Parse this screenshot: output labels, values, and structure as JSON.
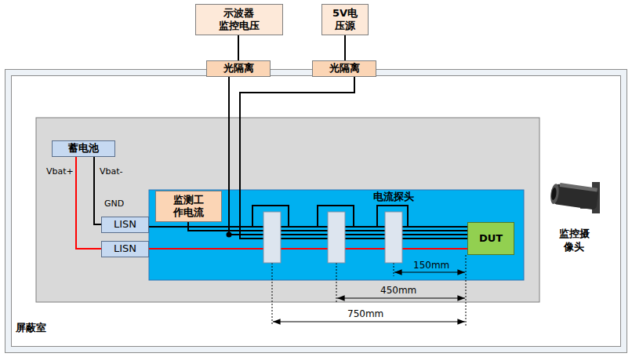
{
  "diagram": {
    "nodes": [
      {
        "text": [
          "屏蔽室"
        ]
      },
      {
        "text": [
          "示波器 监控电压"
        ]
      },
      {
        "text": [
          "5V电 压源"
        ]
      },
      {
        "text": [
          "光隔离"
        ]
      },
      {
        "text": [
          "光隔离"
        ]
      },
      {
        "text": [
          "蓄电池"
        ],
        "in": 0
      },
      {
        "text": [
          "监测工 作电流"
        ],
        "in": 0
      },
      {
        "text": [
          "LISN"
        ],
        "in": 0
      },
      {
        "text": [
          "LISN"
        ],
        "in": 0
      },
      {
        "text": [
          "DUT"
        ],
        "in": 0
      }
    ],
    "edges": [
      {
        "from": 1,
        "to": 3,
        "arrow": "none"
      },
      {
        "from": 2,
        "to": 4,
        "arrow": "none"
      },
      {
        "from": 5,
        "to": 7,
        "arrow": "none"
      },
      {
        "from": 5,
        "to": 8,
        "arrow": "none"
      },
      {
        "from": 7,
        "to": 9,
        "arrow": "none"
      },
      {
        "from": 8,
        "to": 9,
        "arrow": "none"
      },
      {
        "from": 6,
        "to": 9,
        "arrow": "none"
      },
      {
        "from": 3,
        "to": 9,
        "arrow": "none"
      },
      {
        "from": 4,
        "to": 9,
        "arrow": "none"
      }
    ],
    "labels": [
      "Vbat+",
      "Vbat-",
      "GND",
      "电流探头",
      "150mm",
      "450mm",
      "750mm",
      "监控摄 像头"
    ]
  }
}
